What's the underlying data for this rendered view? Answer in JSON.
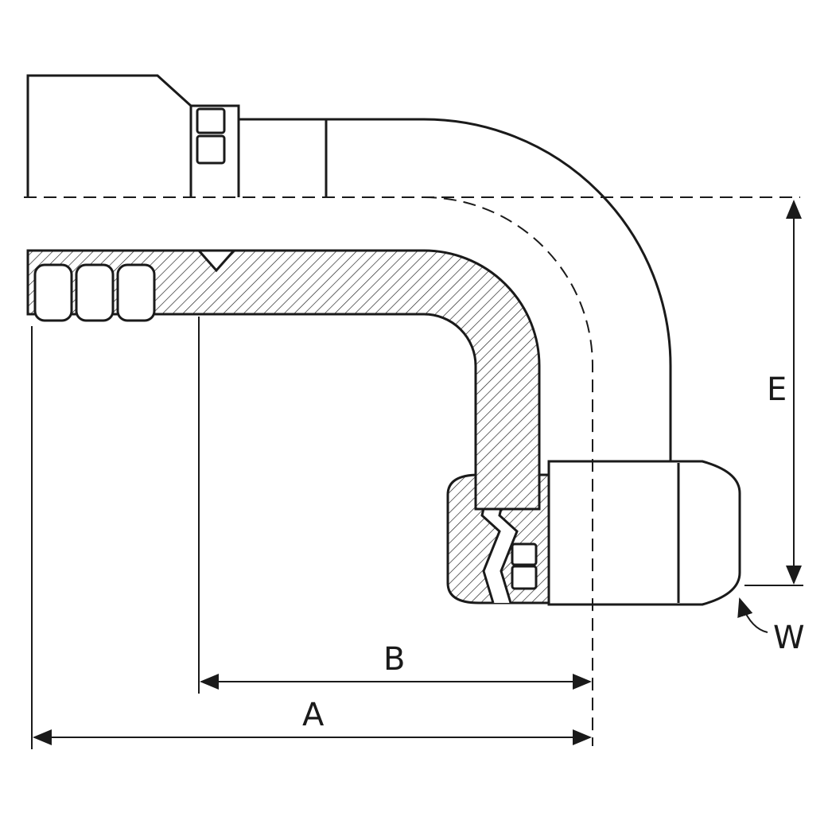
{
  "diagram": {
    "type": "technical-drawing-cross-section",
    "line_color": "#1a1a1a",
    "background_color": "#ffffff",
    "labels": {
      "dim_a": "A",
      "dim_b": "B",
      "dim_e": "E",
      "dim_w": "W"
    }
  }
}
